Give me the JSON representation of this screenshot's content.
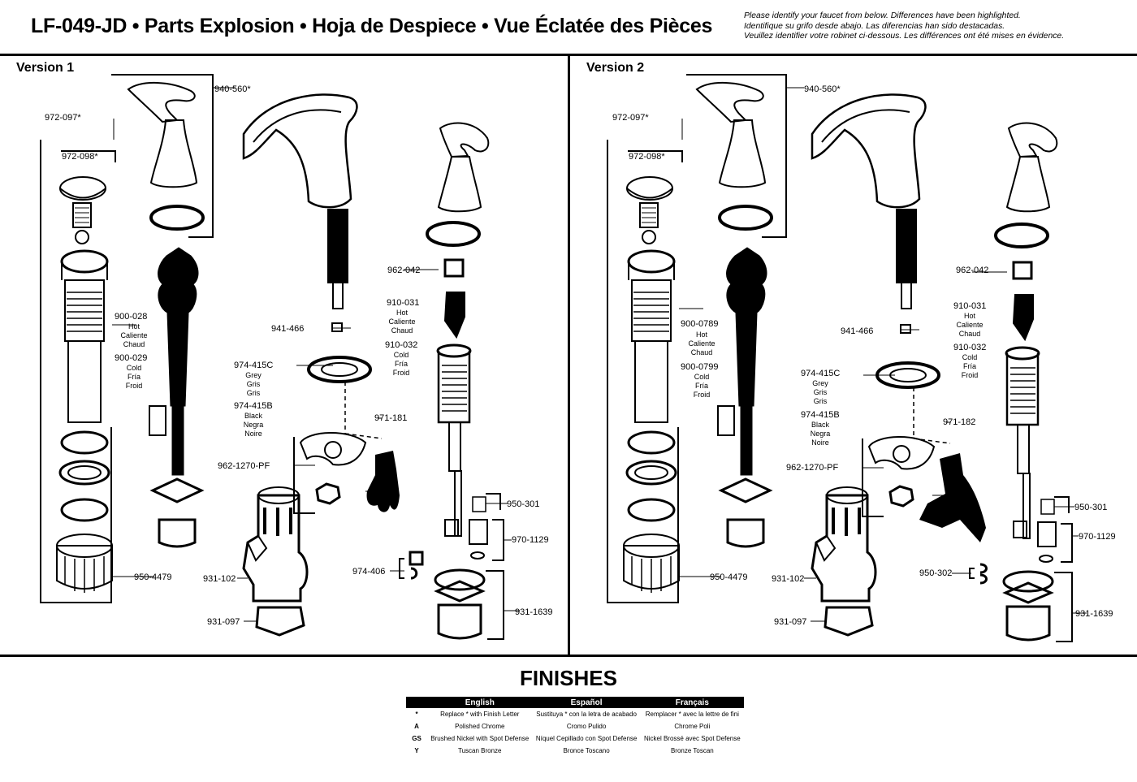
{
  "header": {
    "title": "LF-049-JD  •  Parts Explosion  •  Hoja de Despiece  •  Vue Éclatée des Pièces",
    "instructions": [
      "Please identify your faucet from below. Differences have been highlighted.",
      "Identifique su grifo desde abajo. Las diferencias han sido destacadas.",
      "Veuillez identifier votre robinet ci-dessous. Les différences ont été mises en évidence."
    ]
  },
  "version1": {
    "title": "Version 1",
    "labels": {
      "p940_560": "940-560*",
      "p972_097": "972-097*",
      "p972_098": "972-098*",
      "p962_042": "962-042",
      "p910_031": "910-031",
      "hot": [
        "Hot",
        "Caliente",
        "Chaud"
      ],
      "p910_032": "910-032",
      "cold": [
        "Cold",
        "Fría",
        "Froid"
      ],
      "p900_028": "900-028",
      "p900_029": "900-029",
      "p941_466": "941-466",
      "p974_415C": "974-415C",
      "grey": [
        "Grey",
        "Gris",
        "Gris"
      ],
      "p974_415B": "974-415B",
      "black": [
        "Black",
        "Negra",
        "Noire"
      ],
      "p971_181": "971-181",
      "p962_1270": "962-1270-PF",
      "p950_301": "950-301",
      "p970_1129": "970-1129",
      "p974_406": "974-406",
      "p950_4479": "950-4479",
      "p931_102": "931-102",
      "p931_097": "931-097",
      "p931_1639": "931-1639"
    }
  },
  "version2": {
    "title": "Version 2",
    "labels": {
      "p940_560": "940-560*",
      "p972_097": "972-097*",
      "p972_098": "972-098*",
      "p962_042": "962-042",
      "p910_031": "910-031",
      "hot": [
        "Hot",
        "Caliente",
        "Chaud"
      ],
      "p910_032": "910-032",
      "cold": [
        "Cold",
        "Fría",
        "Froid"
      ],
      "p900_0789": "900-0789",
      "p900_0799": "900-0799",
      "p941_466": "941-466",
      "p974_415C": "974-415C",
      "grey": [
        "Grey",
        "Gris",
        "Gris"
      ],
      "p974_415B": "974-415B",
      "black": [
        "Black",
        "Negra",
        "Noire"
      ],
      "p971_182": "971-182",
      "p962_1270": "962-1270-PF",
      "p950_301": "950-301",
      "p970_1129": "970-1129",
      "p950_302": "950-302",
      "p950_4479": "950-4479",
      "p931_102": "931-102",
      "p931_097": "931-097",
      "p931_1639": "931-1639"
    }
  },
  "finishes": {
    "title": "FINISHES",
    "columns": [
      "English",
      "Español",
      "Français"
    ],
    "rows": [
      {
        "code": "*",
        "en": "Replace * with Finish Letter",
        "es": "Sustituya * con la letra de acabado",
        "fr": "Remplacer * avec la lettre de fini"
      },
      {
        "code": "A",
        "en": "Polished Chrome",
        "es": "Cromo Pulido",
        "fr": "Chrome Poli"
      },
      {
        "code": "GS",
        "en": "Brushed Nickel with Spot Defense",
        "es": "Níquel Cepillado con Spot Defense",
        "fr": "Nickel Brossé avec Spot Defense"
      },
      {
        "code": "Y",
        "en": "Tuscan Bronze",
        "es": "Bronce Toscano",
        "fr": "Bronze Toscan"
      }
    ]
  }
}
